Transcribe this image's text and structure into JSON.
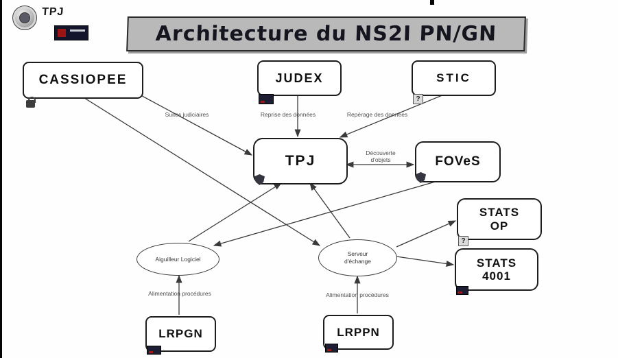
{
  "header": {
    "logo_caption": "TPJ",
    "title": "Architecture du NS2I PN/GN"
  },
  "nodes": {
    "cassiopee": {
      "label": "CASSIOPEE"
    },
    "judex": {
      "label": "JUDEX"
    },
    "stic": {
      "label": "STIC"
    },
    "tpj": {
      "label": "TPJ"
    },
    "foves": {
      "label": "FOVeS"
    },
    "stats_op": {
      "label": "STATS\nOP"
    },
    "stats_4001": {
      "label": "STATS\n4001"
    },
    "lrpgn": {
      "label": "LRPGN"
    },
    "lrppn": {
      "label": "LRPPN"
    },
    "aiguilleur": {
      "label": "Aiguilleur Logiciel"
    },
    "serveur": {
      "label": "Serveur\nd'échange"
    }
  },
  "edges": {
    "cassiopee_tpj": "Suites judiciaires",
    "judex_tpj": "Reprise des données",
    "stic_tpj": "Repérage des données",
    "tpj_foves": "Découverte\nd'objets",
    "lrpgn_aiguilleur": "Alimentation procédures",
    "lrppn_serveur": "Alimentation procédures"
  },
  "icons": {
    "question_glyph": "?"
  },
  "colors": {
    "banner_bg": "#b9b9b9",
    "node_border": "#1c1c1c",
    "edge_line": "#3a3a3a"
  }
}
